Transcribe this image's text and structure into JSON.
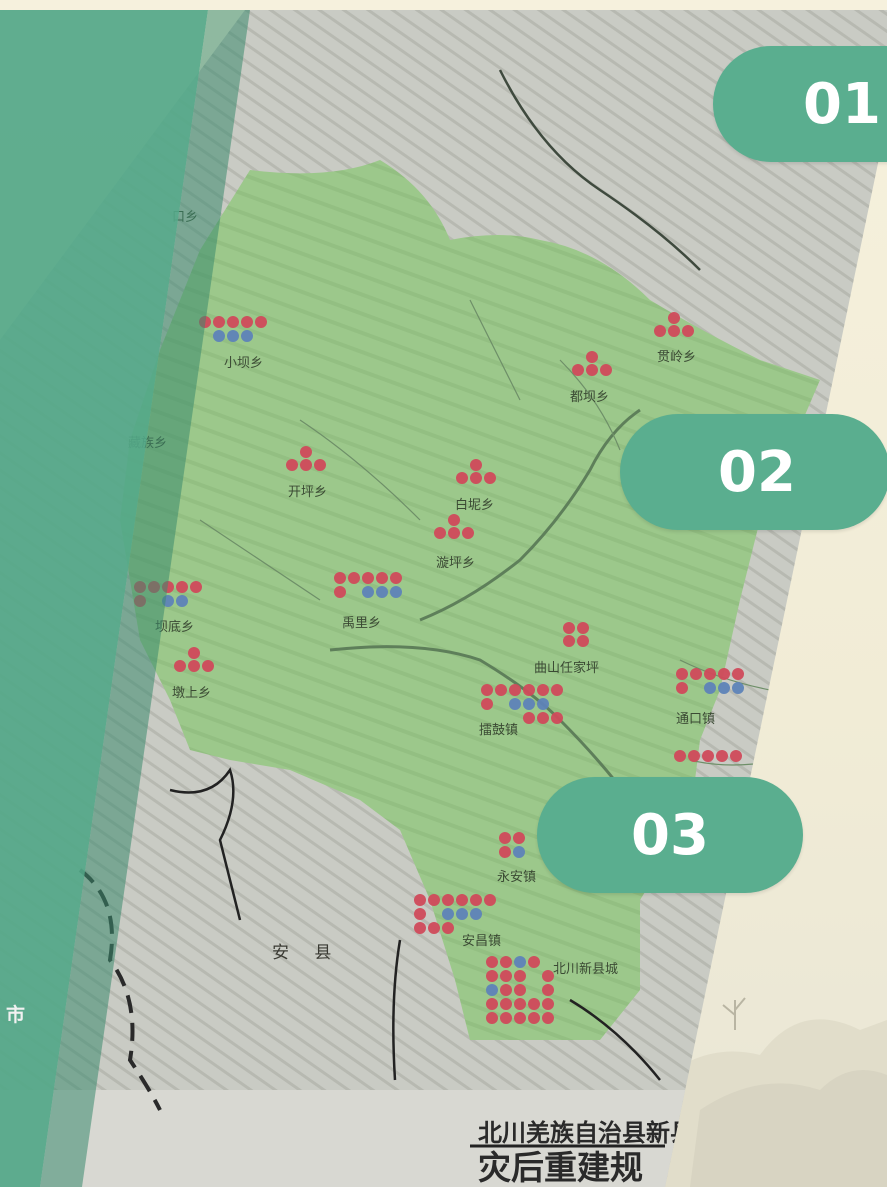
{
  "tabs": [
    {
      "id": "01",
      "label": "01"
    },
    {
      "id": "02",
      "label": "02"
    },
    {
      "id": "03",
      "label": "03"
    }
  ],
  "colors": {
    "teal": "#5aae8f",
    "teal_dark": "#3f8f74",
    "map_green": "#9bc98a",
    "map_gray": "#c9cbc4",
    "background": "#f4efd9"
  },
  "map": {
    "place_labels": [
      "口乡",
      "小坝乡",
      "藏族乡",
      "开坪乡",
      "白坭乡",
      "漩坪乡",
      "都坝乡",
      "贯岭乡",
      "坝底乡",
      "禹里乡",
      "墩上乡",
      "曲山任家坪",
      "擂鼓镇",
      "通口镇",
      "永安镇",
      "安昌镇",
      "北川新县城"
    ],
    "county_label": "安 县",
    "left_edge_char": "市",
    "title_line1": "北川羌族自治县新县",
    "title_line2": "灾后重建规"
  }
}
